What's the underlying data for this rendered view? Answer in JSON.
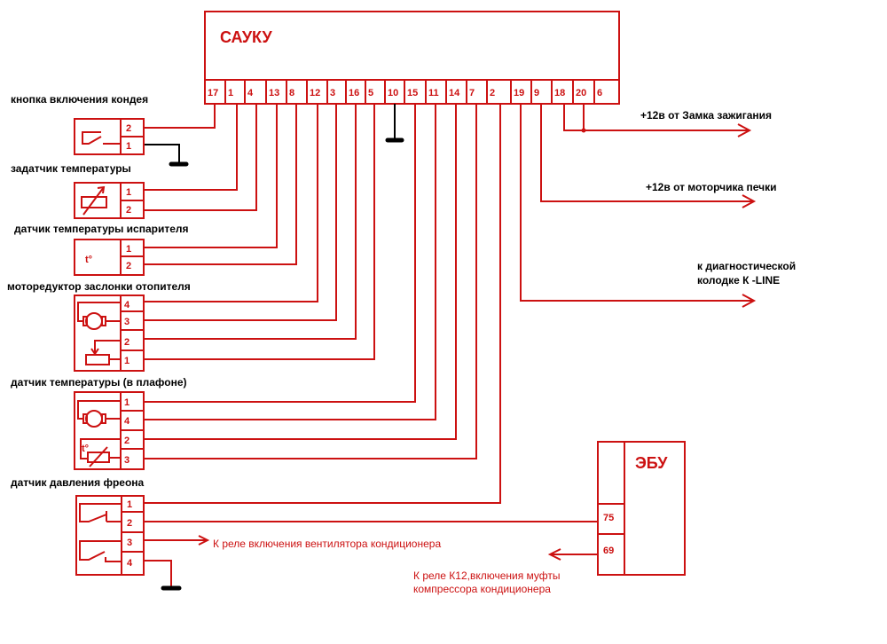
{
  "colors": {
    "wire": "#cc1111",
    "ground": "#000000",
    "background": "#ffffff"
  },
  "controller": {
    "title": "САУКУ",
    "pins": [
      "17",
      "1",
      "4",
      "13",
      "8",
      "12",
      "3",
      "16",
      "5",
      "10",
      "15",
      "11",
      "14",
      "7",
      "2",
      "19",
      "9",
      "18",
      "20",
      "6"
    ]
  },
  "ecu": {
    "title": "ЭБУ",
    "pins": [
      "75",
      "69"
    ]
  },
  "components": [
    {
      "label": "кнопка включения кондея",
      "pins": [
        "2",
        "1"
      ],
      "icon": "switch-icon"
    },
    {
      "label": "задатчик температуры",
      "pins": [
        "1",
        "2"
      ],
      "icon": "variable-resistor-icon"
    },
    {
      "label": "датчик температуры испарителя",
      "pins": [
        "1",
        "2"
      ],
      "icon": "temperature-sensor-icon",
      "symbol": "t°"
    },
    {
      "label": "моторедуктор заслонки отопителя",
      "pins": [
        "4",
        "3",
        "2",
        "1"
      ],
      "icon": "motor-icon"
    },
    {
      "label": "датчик температуры (в плафоне)",
      "pins": [
        "1",
        "4",
        "2",
        "3"
      ],
      "icon": "motor-thermistor-icon",
      "symbol": "t°"
    },
    {
      "label": "датчик давления фреона",
      "pins": [
        "1",
        "2",
        "3",
        "4"
      ],
      "icon": "pressure-switch-icon"
    }
  ],
  "outputs": {
    "ignition": "+12в от Замка зажигания",
    "heater_motor": "+12в от моторчика печки",
    "diag_line1": "к диагностической",
    "diag_line2": "колодке К -LINE",
    "fan_relay": "К реле включения вентилятора кондиционера",
    "k12_line1": "К реле К12,включения муфты",
    "k12_line2": "компрессора кондиционера"
  }
}
